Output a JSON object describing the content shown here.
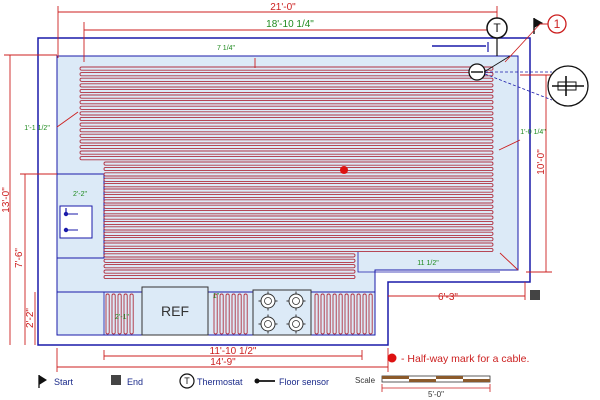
{
  "dimensions": {
    "overall_width": "21'-0\"",
    "inner_width": "18'-10 1/4\"",
    "left_height": "13'-0\"",
    "left_lower_height": "7'-6\"",
    "left_bottom_height": "2'-2\"",
    "right_height": "10'-0\"",
    "right_jog": "6'-3\"",
    "bottom_inner": "11'-10 1/2\"",
    "bottom_overall": "14'-9\""
  },
  "green_dims": {
    "top_offset": "7 1/4\"",
    "left_offset": "1'-1 1/2\"",
    "right_offset": "1'-0 1/4\"",
    "sink_offset": "2'-2\"",
    "step_offset": "11 1/2\"",
    "ref_offset": "1\"",
    "lower_offset": "2'-1\""
  },
  "fixtures": {
    "ref_label": "REF"
  },
  "markers": {
    "thermostat_symbol": "T",
    "callout_number": "1"
  },
  "legend": {
    "start_label": "Start",
    "end_label": "End",
    "thermostat_label": "Thermostat",
    "thermostat_symbol": "T",
    "floor_sensor_label": "Floor sensor",
    "halfway_label": "- Half-way mark for a cable.",
    "scale_label": "Scale",
    "scale_value": "5'-0\""
  },
  "colors": {
    "wall": "#1a1aaa",
    "floor_fill": "#dceaf7",
    "cable": "#b03040",
    "dimension": "#cc1f1f",
    "green_dimension": "#1e8a1e",
    "halfway_dot": "#dd1111"
  }
}
